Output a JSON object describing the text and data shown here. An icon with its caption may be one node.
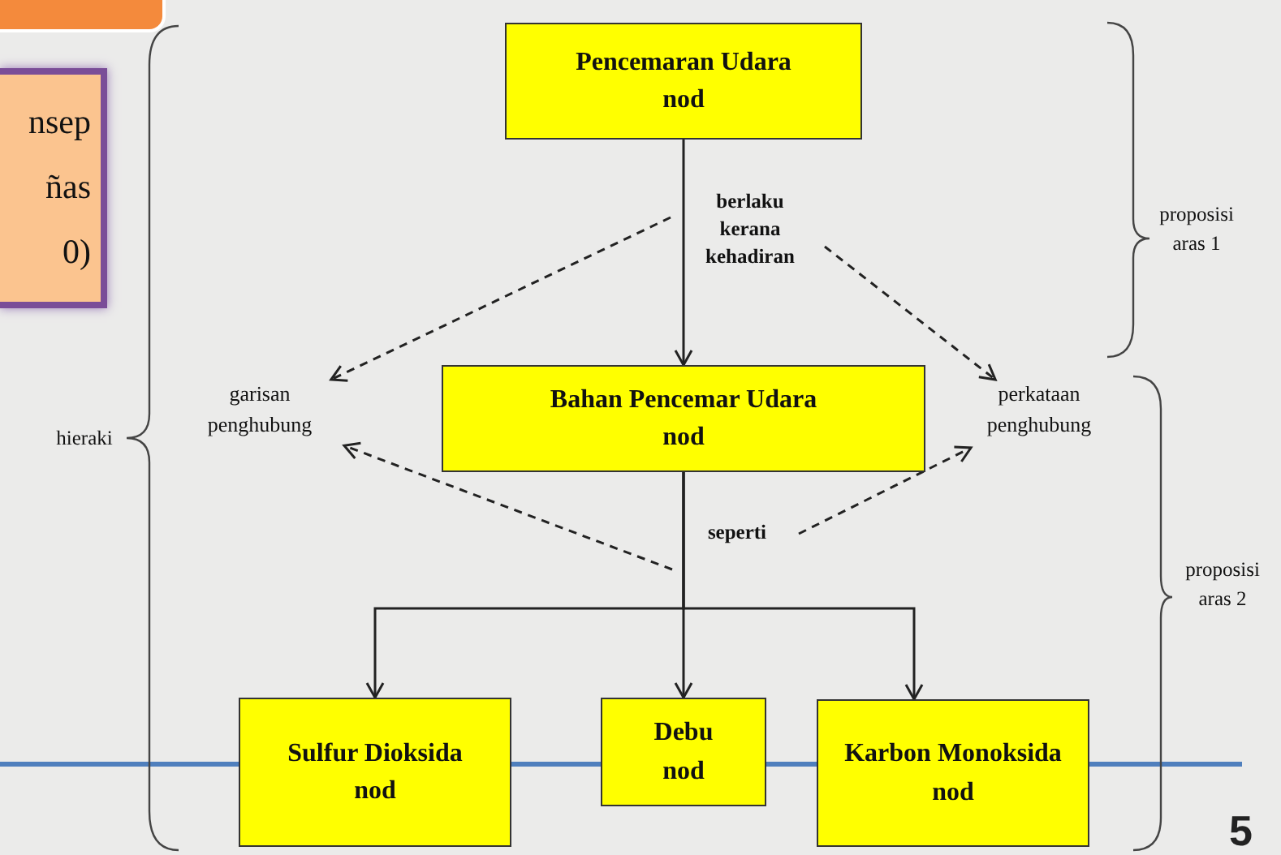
{
  "diagram": {
    "nodes": [
      {
        "text": [
          "nsep",
          "ñas",
          "0)"
        ]
      },
      {
        "text": [
          "Pencemaran Udara",
          "nod"
        ]
      },
      {
        "text": [
          "garisan penghubung"
        ]
      },
      {
        "text": [
          "Bahan Pencemar Udara",
          "nod"
        ]
      },
      {
        "text": [
          "perkataan penghubung"
        ]
      },
      {
        "text": [
          "Sulfur Dioksida",
          "nod"
        ]
      },
      {
        "text": [
          "Debu",
          "nod"
        ]
      },
      {
        "text": [
          "Karbon Monoksida",
          "nod"
        ]
      },
      {
        "text": [],
        "shape": "box"
      }
    ],
    "edges": [
      {
        "from": 1,
        "to": 3,
        "arrow": "to",
        "label": "berlaku kerana kehadiran"
      },
      {
        "from": null,
        "to": 2,
        "arrow": "to",
        "style": "dashed"
      },
      {
        "from": null,
        "to": 4,
        "arrow": "to",
        "style": "dashed"
      },
      {
        "from": null,
        "to": 2,
        "arrow": "to",
        "style": "dashed"
      },
      {
        "from": null,
        "to": 4,
        "arrow": "to",
        "style": "dashed"
      },
      {
        "from": 3,
        "to": 5,
        "arrow": "to"
      },
      {
        "from": 3,
        "to": 6,
        "arrow": "to",
        "label": "seperti"
      },
      {
        "from": 3,
        "to": 7,
        "arrow": "to"
      }
    ],
    "labels": [
      "hieraki",
      "proposisi aras 1",
      "proposisi aras 2",
      "5"
    ]
  }
}
